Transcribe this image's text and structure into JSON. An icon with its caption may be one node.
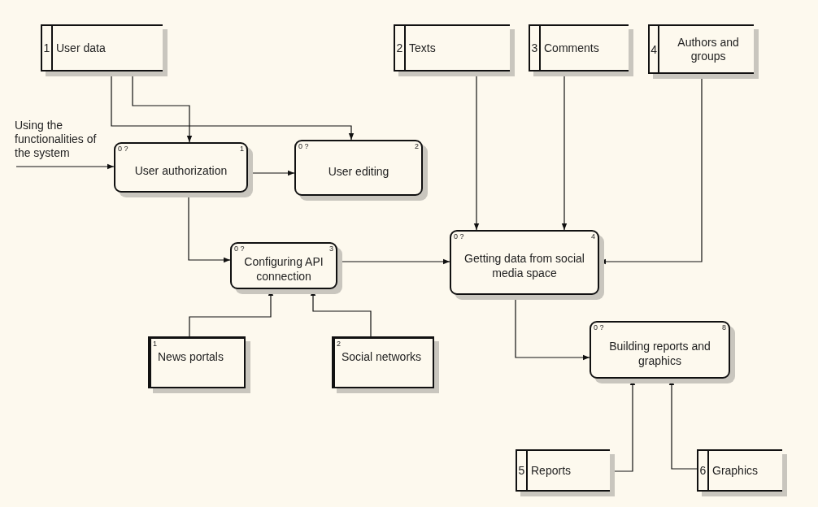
{
  "diagram": {
    "nodes": [
      {
        "text": [
          "1",
          "User data"
        ]
      },
      {
        "text": [
          "2",
          "Texts"
        ]
      },
      {
        "text": [
          "3",
          "Comments"
        ]
      },
      {
        "text": [
          "4",
          "Authors and groups"
        ]
      },
      {
        "text": [
          "0 ?",
          "1",
          "User authorization"
        ]
      },
      {
        "text": [
          "0 ?",
          "2",
          "User editing"
        ]
      },
      {
        "text": [
          "0 ?",
          "3",
          "Configuring API connection"
        ]
      },
      {
        "text": [
          "0 ?",
          "4",
          "Getting data from social media space"
        ]
      },
      {
        "text": [
          "0 ?",
          "8",
          "Building reports and graphics"
        ]
      },
      {
        "text": [
          "1",
          "News portals"
        ]
      },
      {
        "text": [
          "2",
          "Social networks"
        ]
      },
      {
        "text": [
          "5",
          "Reports"
        ]
      },
      {
        "text": [
          "6",
          "Graphics"
        ]
      }
    ],
    "edges": [
      {
        "from": null,
        "to": 4,
        "arrow": "to",
        "label": "Using the functionalities of the system"
      },
      {
        "from": 0,
        "to": 4,
        "arrow": "to"
      },
      {
        "from": 0,
        "to": 5,
        "arrow": "to"
      },
      {
        "from": 4,
        "to": 5,
        "arrow": "to"
      },
      {
        "from": 4,
        "to": 6,
        "arrow": "to"
      },
      {
        "from": 6,
        "to": 7,
        "arrow": "to"
      },
      {
        "from": 1,
        "to": 7,
        "arrow": "to"
      },
      {
        "from": 2,
        "to": 7,
        "arrow": "to"
      },
      {
        "from": 3,
        "to": 7,
        "arrow": "to"
      },
      {
        "from": 9,
        "to": 6,
        "arrow": "to"
      },
      {
        "from": 10,
        "to": 6,
        "arrow": "to"
      },
      {
        "from": 7,
        "to": 8,
        "arrow": "to"
      },
      {
        "from": 11,
        "to": 8,
        "arrow": "to"
      },
      {
        "from": 12,
        "to": 8,
        "arrow": "to"
      }
    ]
  }
}
